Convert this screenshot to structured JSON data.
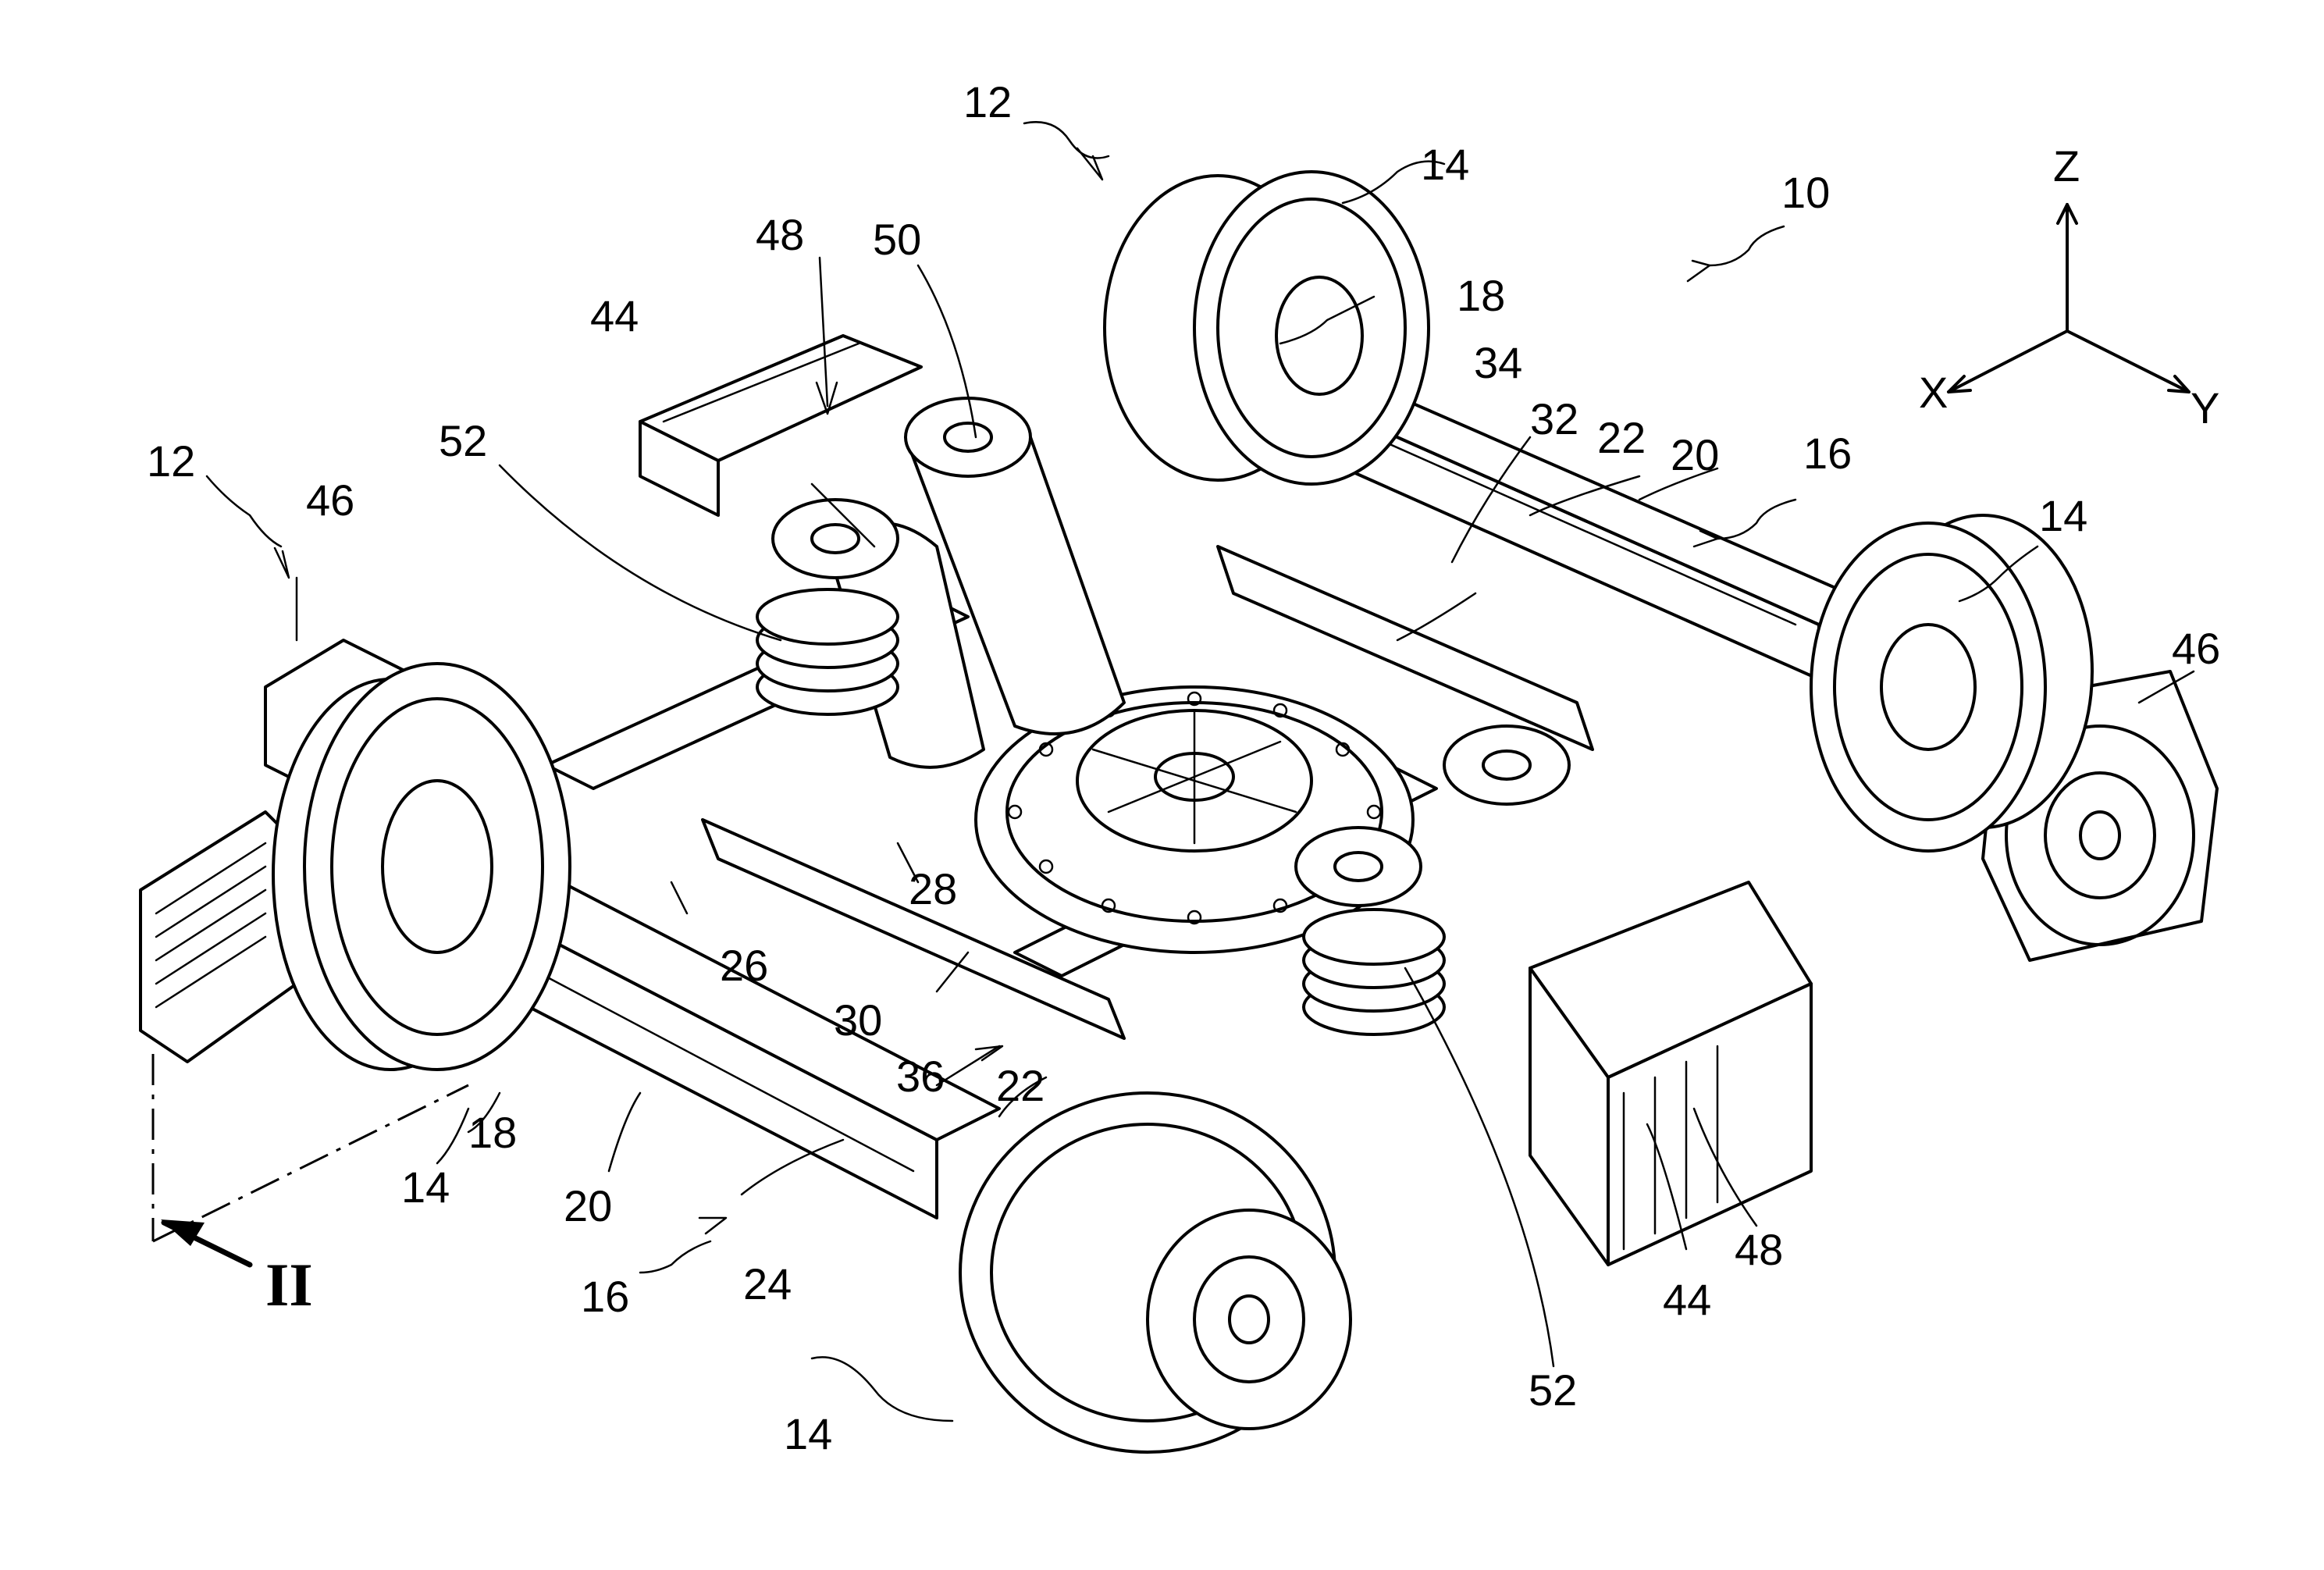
{
  "axes": {
    "z": "Z",
    "x": "X",
    "y": "Y"
  },
  "section_marker": "II",
  "references": {
    "r10": "10",
    "r12_top": "12",
    "r12_left": "12",
    "r14_top": "14",
    "r14_right": "14",
    "r14_left": "14",
    "r14_bottom": "14",
    "r16_right": "16",
    "r16_bottom": "16",
    "r18_top": "18",
    "r18_left": "18",
    "r20_right": "20",
    "r20_left": "20",
    "r22_right": "22",
    "r22_left": "22",
    "r24": "24",
    "r26": "26",
    "r28": "28",
    "r30": "30",
    "r32": "32",
    "r34": "34",
    "r36": "36",
    "r44_top": "44",
    "r44_bottom": "44",
    "r46_left": "46",
    "r46_right": "46",
    "r48_top": "48",
    "r48_bottom": "48",
    "r50": "50",
    "r52_top": "52",
    "r52_bottom": "52"
  }
}
